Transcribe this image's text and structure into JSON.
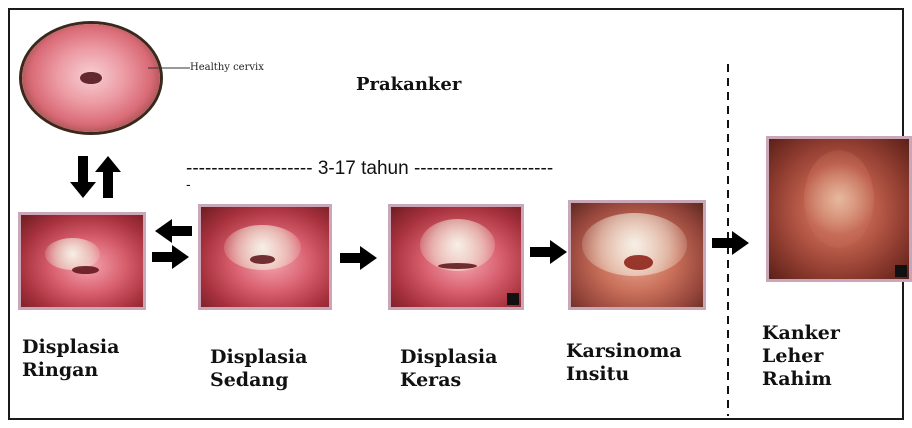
{
  "header": {
    "title": "Prakanker"
  },
  "healthy": {
    "label": "Healthy cervix"
  },
  "timeline": {
    "duration": "-------------------- 3-17 tahun ----------------------",
    "tick": "-"
  },
  "stages": [
    {
      "label": "Displasia\nRingan"
    },
    {
      "label": "Displasia\nSedang"
    },
    {
      "label": "Displasia\nKeras"
    },
    {
      "label": "Karsinoma\nInsitu"
    },
    {
      "label": "Kanker\nLeher\nRahim"
    }
  ],
  "colors": {
    "photo_border": "#caa7b8",
    "arrow": "#000000",
    "frame": "#1a1a1a"
  }
}
